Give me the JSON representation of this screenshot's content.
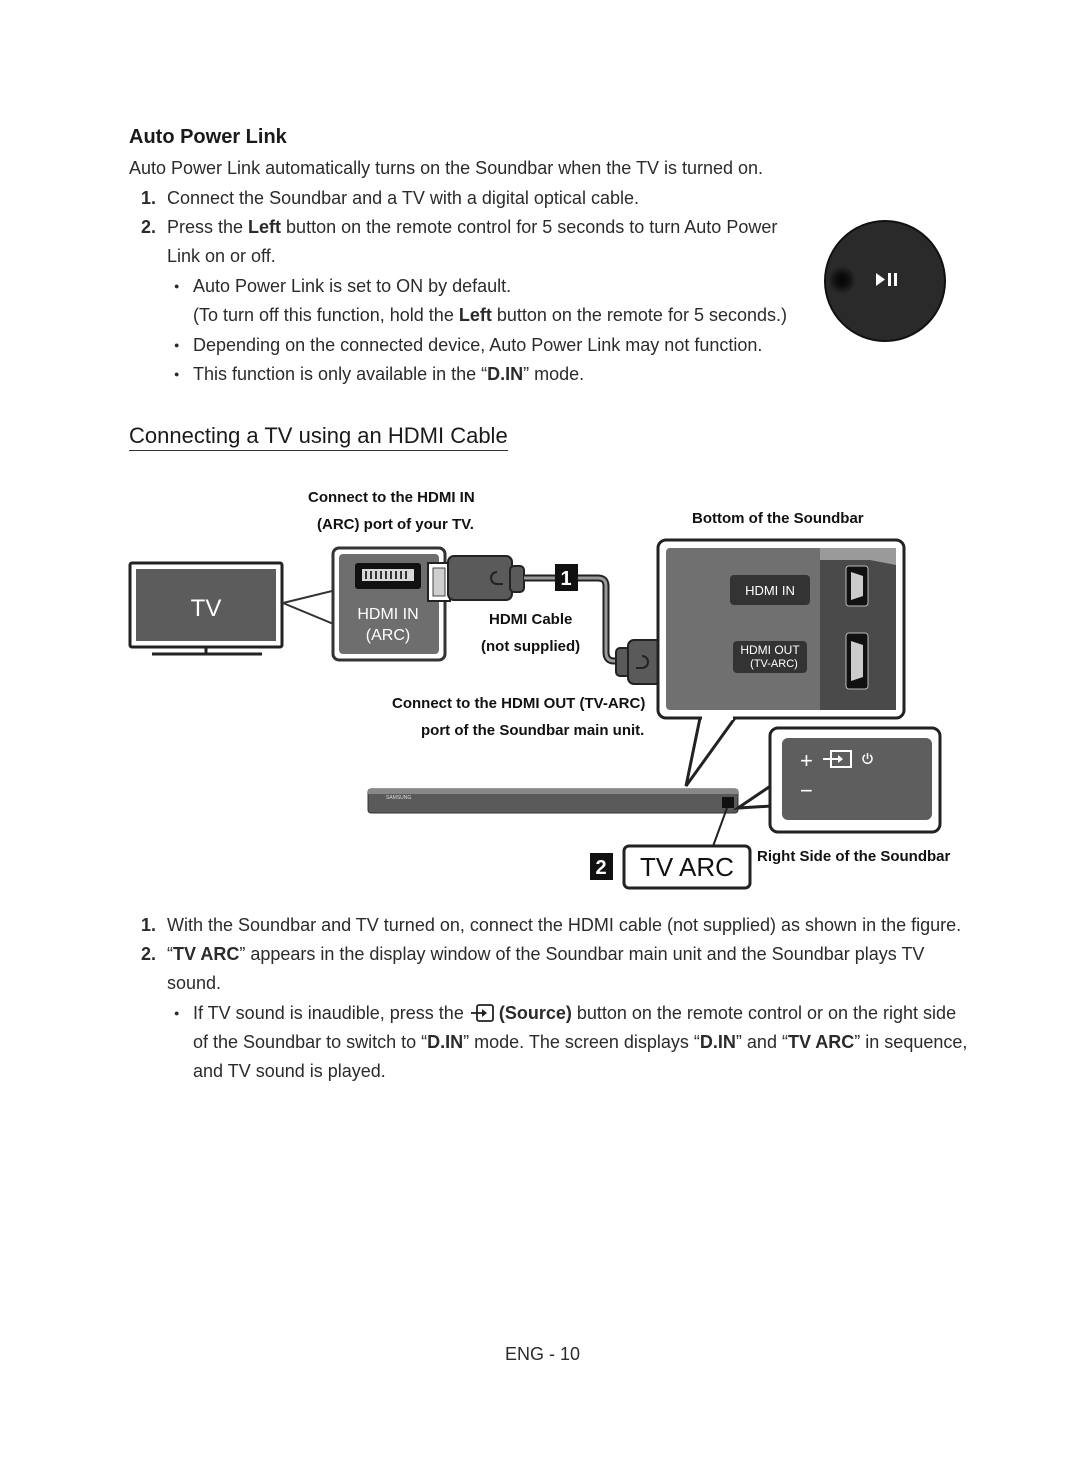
{
  "auto_power": {
    "heading": "Auto Power Link",
    "intro": "Auto Power Link automatically turns on the Soundbar when the TV is turned on.",
    "step1_num": "1.",
    "step1": "Connect the Soundbar and a TV with a digital optical cable.",
    "step2_num": "2.",
    "step2_a": "Press the ",
    "step2_bold": "Left",
    "step2_b": " button on the remote control for 5 seconds to turn Auto Power",
    "step2_c": "Link on or off.",
    "bullet1": "Auto Power Link is set to ON by default.",
    "bullet1_note_a": "(To turn off this function, hold the ",
    "bullet1_note_bold": "Left",
    "bullet1_note_b": " button on the remote for 5 seconds.)",
    "bullet2": "Depending on the connected device, Auto Power Link may not function.",
    "bullet3_a": "This function is only available in the “",
    "bullet3_bold": "D.IN",
    "bullet3_b": "” mode."
  },
  "hdmi_section": {
    "heading": "Connecting a TV using an HDMI Cable"
  },
  "diagram": {
    "tv_label": "TV",
    "hdmi_in_caption_1": "Connect to the HDMI IN",
    "hdmi_in_caption_2": "(ARC) port of your TV.",
    "tv_port_1": "HDMI IN",
    "tv_port_2": "(ARC)",
    "cable_1": "HDMI Cable",
    "cable_2": "(not supplied)",
    "step_1_badge": "1",
    "step_2_badge": "2",
    "bottom_caption": "Bottom of the Soundbar",
    "sb_port_in": "HDMI IN",
    "sb_port_out_1": "HDMI OUT",
    "sb_port_out_2": "(TV-ARC)",
    "out_caption_1": "Connect to the HDMI OUT (TV-ARC)",
    "out_caption_2": "port of the Soundbar main unit.",
    "display_text": "TV ARC",
    "right_caption": "Right Side of the Soundbar",
    "brand": "SAMSUNG"
  },
  "hdmi_steps": {
    "step1_num": "1.",
    "step1": "With the Soundbar and TV turned on, connect the HDMI cable (not supplied) as shown in the figure.",
    "step2_num": "2.",
    "step2_q1": "“",
    "step2_bold": "TV ARC",
    "step2_a": "” appears in the display window of the Soundbar main unit and the Soundbar plays TV",
    "step2_b": "sound.",
    "bullet_a": "If TV sound is inaudible, press the ",
    "bullet_bold": "(Source)",
    "bullet_b": " button on the remote control or on the right side",
    "bullet_line2_a": "of the Soundbar to switch to “",
    "bullet_line2_bold1": "D.IN",
    "bullet_line2_b": "” mode. The screen displays “",
    "bullet_line2_bold2": "D.IN",
    "bullet_line2_c": "” and “",
    "bullet_line2_bold3": "TV ARC",
    "bullet_line2_d": "” in sequence,",
    "bullet_line3": "and TV sound is played."
  },
  "footer": {
    "page": "ENG - 10"
  }
}
